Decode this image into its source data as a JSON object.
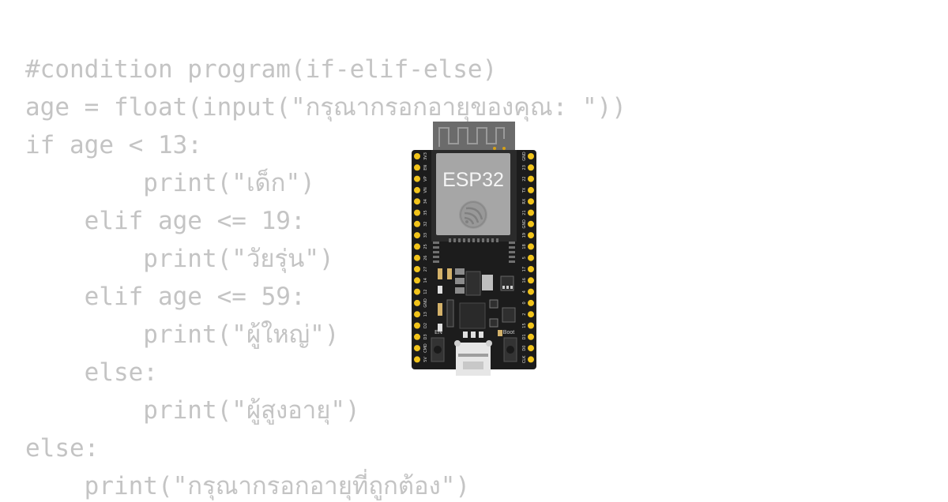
{
  "code": {
    "lines": [
      "#condition program(if-elif-else)",
      "age = float(input(\"กรุณากรอกอายุของคุณ: \"))",
      "if age < 13:",
      "        print(\"เด็ก\")",
      "    elif age <= 19:",
      "        print(\"วัยรุ่น\")",
      "    elif age <= 59:",
      "        print(\"ผู้ใหญ่\")",
      "    else:",
      "        print(\"ผู้สูงอายุ\")",
      "else:",
      "    print(\"กรุณากรอกอายุที่ถูกต้อง\")"
    ],
    "text_color": "#c4c4c4"
  },
  "board": {
    "module_label": "ESP32",
    "button_left_label": "EN",
    "button_right_label": "Boot",
    "pins_left": [
      "3V3",
      "EN",
      "VP",
      "VN",
      "34",
      "35",
      "32",
      "33",
      "25",
      "26",
      "27",
      "14",
      "12",
      "GND",
      "13",
      "D2",
      "D3",
      "CMD",
      "5V"
    ],
    "pins_right": [
      "GND",
      "23",
      "22",
      "TX",
      "RX",
      "21",
      "GND",
      "19",
      "18",
      "5",
      "17",
      "16",
      "4",
      "0",
      "2",
      "15",
      "D1",
      "D0",
      "CLK"
    ],
    "colors": {
      "pcb": "#1c1c1c",
      "pin": "#f2c41a",
      "shield": "#a6a6a6",
      "antenna": "#6b6b6b"
    }
  }
}
